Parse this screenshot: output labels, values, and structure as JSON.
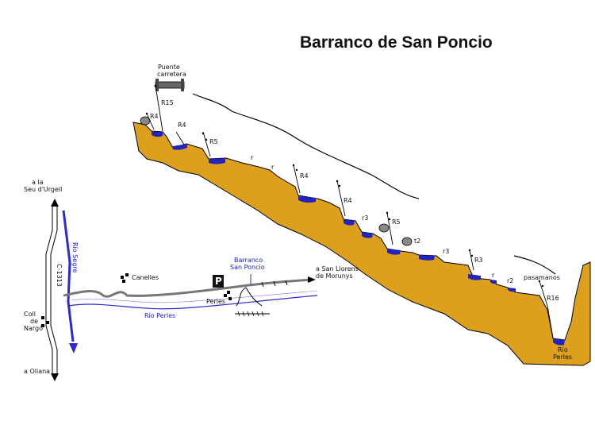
{
  "title": "Barranco de San Poncio",
  "colors": {
    "rock": "#dca01c",
    "water": "#2323c0",
    "river": "#2a2ad0",
    "road": "#777777",
    "outline": "#000000"
  },
  "profile": {
    "bridge_label_line1": "Puente",
    "bridge_label_line2": "carretera",
    "rappels": [
      {
        "label": "R15"
      },
      {
        "label": "R4"
      },
      {
        "label": "R4"
      },
      {
        "label": "R5"
      },
      {
        "label": "r"
      },
      {
        "label": "r"
      },
      {
        "label": "R4"
      },
      {
        "label": "R4"
      },
      {
        "label": "r3"
      },
      {
        "label": "R5"
      },
      {
        "label": "t2"
      },
      {
        "label": "r3"
      },
      {
        "label": "R3"
      },
      {
        "label": "r"
      },
      {
        "label": "r2"
      },
      {
        "label": "pasamanos"
      },
      {
        "label": "R16"
      }
    ],
    "river_end_line1": "Río",
    "river_end_line2": "Perles"
  },
  "map": {
    "seu_line1": "a la",
    "seu_line2": "Seu d'Urgell",
    "road_code": "C-1313",
    "rio_segre": "Río Segre",
    "canelles": "Canelles",
    "coll_line1": "Coll",
    "coll_line2": "de",
    "coll_line3": "Nargó",
    "oliana": "a Oliana",
    "rio_perles": "Río Perles",
    "perles": "Perles",
    "parking": "P",
    "barranco_line1": "Barranco",
    "barranco_line2": "San Poncio",
    "llorens_line1": "a San Llorens",
    "llorens_line2": "de Morunys"
  }
}
